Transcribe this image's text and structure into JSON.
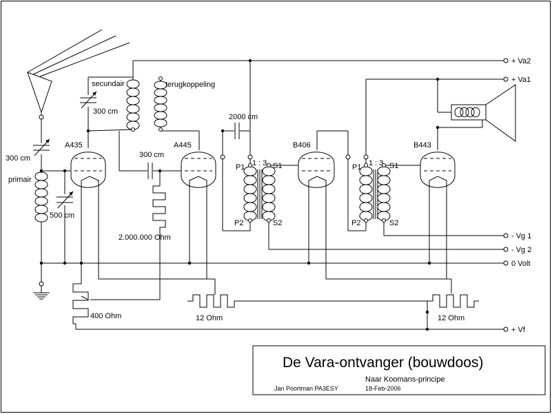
{
  "title_block": {
    "title": "De Vara-ontvanger (bouwdoos)",
    "subtitle": "Naar Koomans-principe",
    "author": "Jan Poortman  PA3ESY",
    "date": "18-Feb-2006"
  },
  "terminals": {
    "va2": "+ Va2",
    "va1": "+ Va1",
    "vg1": "- Vg 1",
    "vg2": "- Vg 2",
    "zero": "0 Volt",
    "vf": "+ Vf"
  },
  "tubes": {
    "a435": "A435",
    "a445": "A445",
    "b406": "B406",
    "b443": "B443"
  },
  "components": {
    "secundair": "secundair",
    "terugkoppeling": "terugkoppeling",
    "primair": "primair",
    "cap_300_left": "300 cm",
    "cap_300_sec": "300 cm",
    "cap_300_mid": "300 cm",
    "cap_500": "500 cm",
    "cap_2000": "2000 cm",
    "res_grid": "2.000.000 Ohm",
    "res_400": "400 Ohm",
    "res_12_left": "12 Ohm",
    "res_12_right": "12 Ohm"
  },
  "transformer_1": {
    "p1": "P1",
    "p2": "P2",
    "s1": "S1",
    "s2": "S2",
    "ratio": "1 : 3"
  },
  "transformer_2": {
    "p1": "P1",
    "p2": "P2",
    "s1": "S1",
    "s2": "S2",
    "ratio": "1 : 3"
  }
}
